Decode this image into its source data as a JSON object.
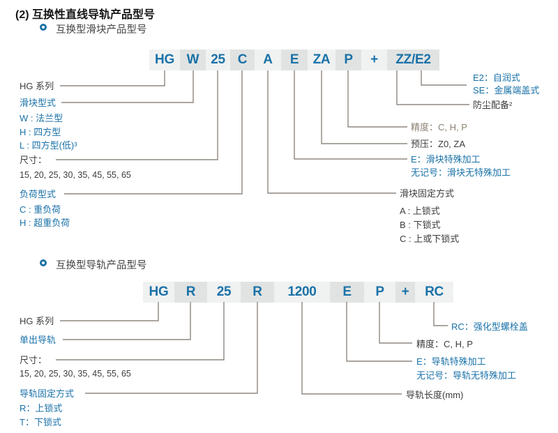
{
  "title": "(2) 互换性直线导轨产品型号",
  "colors": {
    "accent": "#1A72A8",
    "dark": "#3C3C3C",
    "muted": "#8C8173",
    "boxLight": "#F0F1F1",
    "boxDark": "#E1E3E2",
    "line": "#8F8780"
  },
  "slider": {
    "heading": "互换型滑块产品型号",
    "code": [
      "HG",
      "W",
      "25",
      "C",
      "A",
      "E",
      "ZA",
      "P",
      "+",
      "ZZ/E2"
    ],
    "labels": {
      "hg_series": "HG 系列",
      "slider_type": "滑块型式",
      "slider_type_w": "W : 法兰型",
      "slider_type_h": "H : 四方型",
      "slider_type_l": "L : 四方型(低)³",
      "size": "尺寸：",
      "size_values": "15, 20, 25, 30, 35, 45, 55, 65",
      "load_type": "负荷型式",
      "load_c": "C : 重负荷",
      "load_h": "H : 超重负荷",
      "e2": "E2：自润式",
      "se": "SE：金属端盖式",
      "dust": "防尘配备²",
      "precision": "精度：C, H, P",
      "preload": "预压：Z0, ZA",
      "special_e": "E：滑块特殊加工",
      "special_none": "无记号：滑块无特殊加工",
      "clamp": "滑块固定方式",
      "clamp_a": "A : 上锁式",
      "clamp_b": "B : 下锁式",
      "clamp_c": "C : 上或下锁式"
    }
  },
  "rail": {
    "heading": "互换型导轨产品型号",
    "code": [
      "HG",
      "R",
      "25",
      "R",
      "1200",
      "E",
      "P",
      "+",
      "RC"
    ],
    "labels": {
      "hg_series": "HG 系列",
      "single_rail": "单出导轨",
      "size": "尺寸：",
      "size_values": "15, 20, 25, 30, 35, 45, 55, 65",
      "rail_clamp": "导轨固定方式",
      "clamp_r": "R：上锁式",
      "clamp_t": "T：下锁式",
      "rc": "RC：强化型螺栓盖",
      "precision": "精度：C, H, P",
      "special_e": "E：导轨特殊加工",
      "special_none": "无记号：导轨无特殊加工",
      "rail_length": "导轨长度(mm)"
    }
  }
}
